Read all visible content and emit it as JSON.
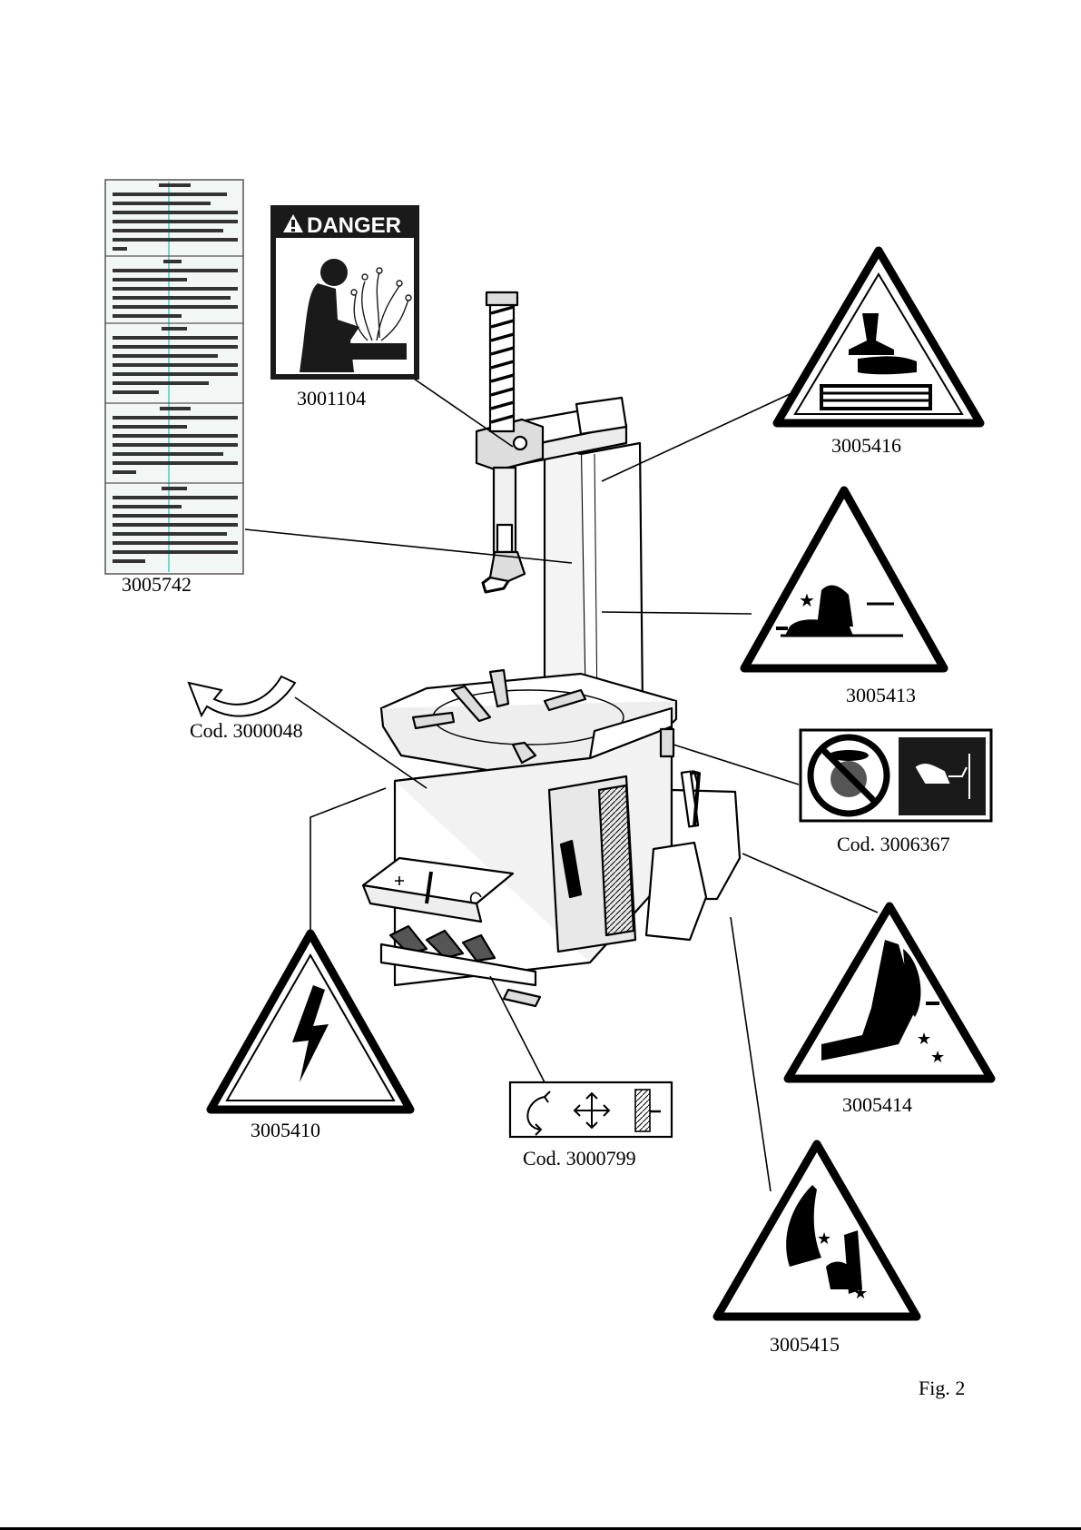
{
  "labels": {
    "warning_sheet_code": "3005742",
    "danger_code": "3001104",
    "danger_header": "DANGER",
    "crush_hand_code": "3005416",
    "pinch_hand_code": "3005413",
    "rotation_code": "Cod. 3000048",
    "no_air_code": "Cod. 3006367",
    "voltage_code": "3005410",
    "pedal_code": "Cod. 3000799",
    "foot_crush_code": "3005414",
    "bead_breaker_code": "3005415",
    "figure_label": "Fig. 2"
  },
  "icons": {
    "danger": "exclamation-triangle-icon",
    "voltage": "lightning-bolt-icon",
    "rotation": "curved-arrow-icon",
    "pedal_rotate": "rotate-arrow-icon",
    "pedal_move": "four-way-arrow-icon",
    "pedal_bead": "bead-breaker-icon",
    "no_air": "prohibition-icon",
    "crush": "hand-crush-icon",
    "pinch": "hand-pinch-icon",
    "foot": "foot-crush-icon",
    "bead": "hand-bead-icon"
  },
  "colors": {
    "ink": "#000000",
    "paper": "#ffffff",
    "sign_dark": "#1a1a1a",
    "machine_grey": "#e6e6e6",
    "sheet_tint": "#f2f6f4"
  }
}
